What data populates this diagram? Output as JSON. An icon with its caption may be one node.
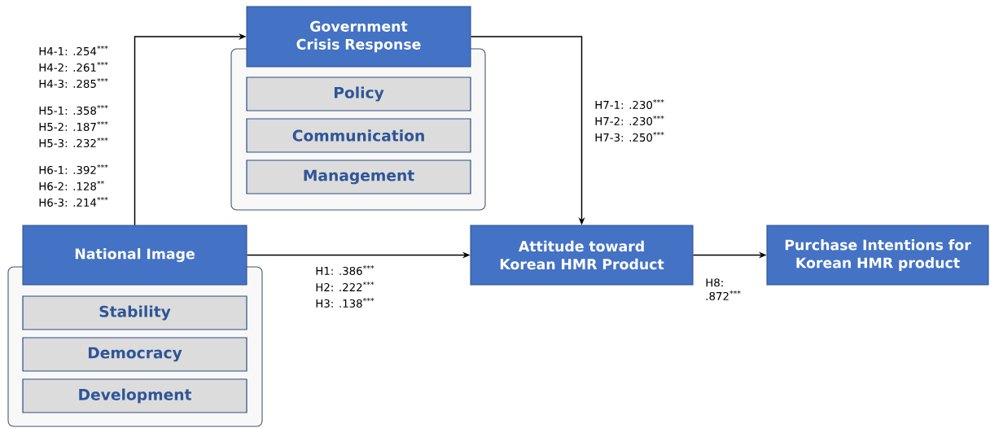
{
  "diagram": {
    "nodes": [
      {
        "text": [
          "Government Crisis Response"
        ]
      },
      {
        "text": [],
        "shape": "box"
      },
      {
        "text": [
          "Policy"
        ],
        "in": 1
      },
      {
        "text": [
          "Communication"
        ],
        "in": 1
      },
      {
        "text": [
          "Management"
        ],
        "in": 1
      },
      {
        "text": [
          "National Image"
        ]
      },
      {
        "text": [],
        "shape": "box"
      },
      {
        "text": [
          "Stability"
        ],
        "in": 6
      },
      {
        "text": [
          "Democracy"
        ],
        "in": 6
      },
      {
        "text": [
          "Development"
        ],
        "in": 6
      },
      {
        "text": [
          "Attitude toward Korean HMR Product"
        ]
      },
      {
        "text": [
          "Purchase Intentions for Korean HMR  product"
        ]
      }
    ],
    "edges": [
      {
        "from": 5,
        "to": 0,
        "arrow": "to"
      },
      {
        "from": 0,
        "to": 10,
        "arrow": "to"
      },
      {
        "from": 5,
        "to": 10,
        "arrow": "to"
      },
      {
        "from": 10,
        "to": 11,
        "arrow": "to"
      }
    ],
    "labels": [
      "H4-1: .254$^{***}$",
      "H4-2: .261$^{***}$",
      "H4-3: .285$^{***}$",
      "H5-1: .358$^{***}$",
      "H5-2: .187$^{***}$",
      "H5-3: .232$^{***}$",
      "H6-1: .392$^{***}$",
      "H6-2: .128$^{**}$",
      "H6-3: .214$^{***}$",
      "H7-1: .230$^{***}$",
      "H7-2: .230$^{***}$",
      "H7-3: .250$^{***}$",
      "H1: .386$^{***}$",
      "H2: .222$^{***}$",
      "H3: .138$^{***}$",
      "H8: .872$^{***}$"
    ]
  }
}
